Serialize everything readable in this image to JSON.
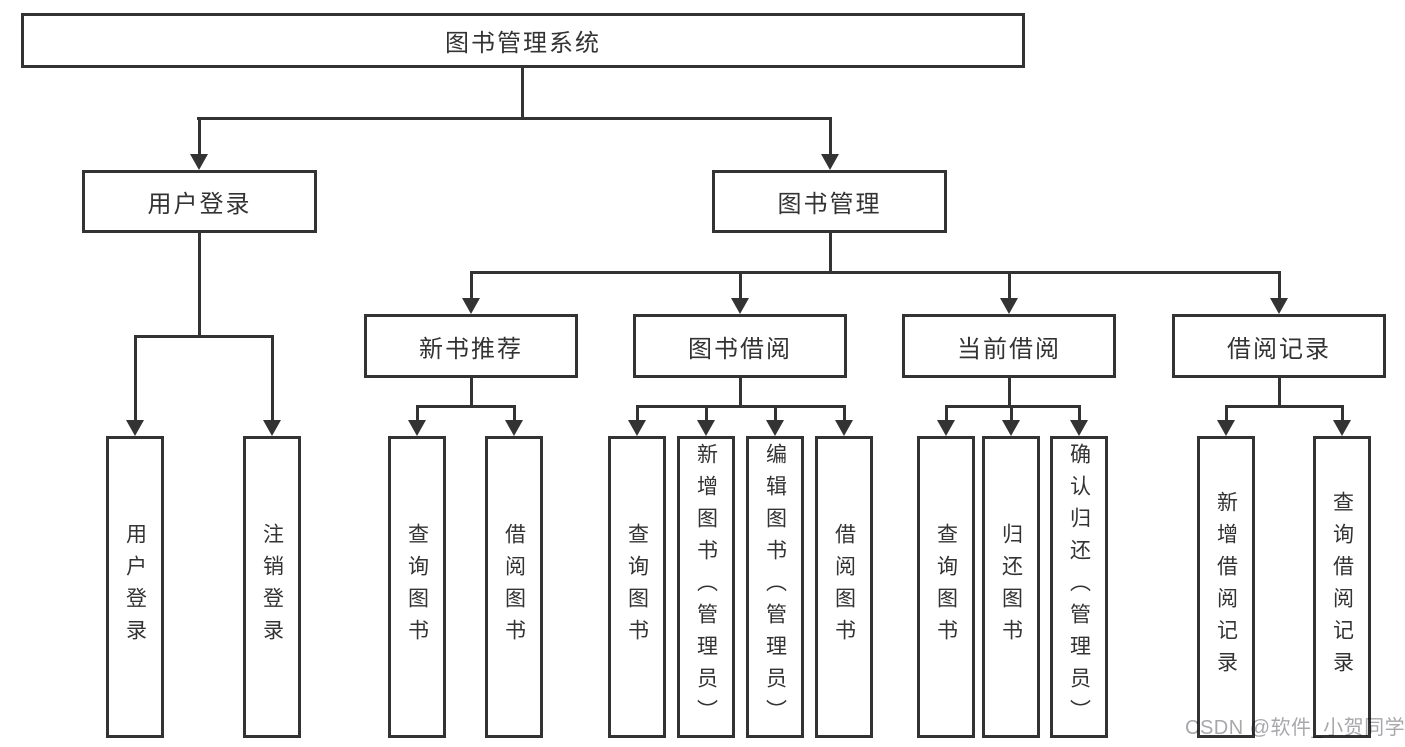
{
  "diagram": {
    "root": "图书管理系统",
    "branches": [
      {
        "label": "用户登录",
        "children": [
          "用户登录",
          "注销登录"
        ]
      },
      {
        "label": "图书管理",
        "groups": [
          {
            "label": "新书推荐",
            "children": [
              "查询图书",
              "借阅图书"
            ]
          },
          {
            "label": "图书借阅",
            "children": [
              "查询图书",
              "新增图书（管理员）",
              "编辑图书（管理员）",
              "借阅图书"
            ]
          },
          {
            "label": "当前借阅",
            "children": [
              "查询图书",
              "归还图书",
              "确认归还（管理员）"
            ]
          },
          {
            "label": "借阅记录",
            "children": [
              "新增借阅记录",
              "查询借阅记录"
            ]
          }
        ]
      }
    ]
  },
  "watermark": {
    "text": "CSDN @软件_小贺同学"
  },
  "colors": {
    "line": "#333333",
    "text": "#333333",
    "box_fill": "#ffffff",
    "background": "#ffffff",
    "watermark": "#a8a8ac"
  }
}
